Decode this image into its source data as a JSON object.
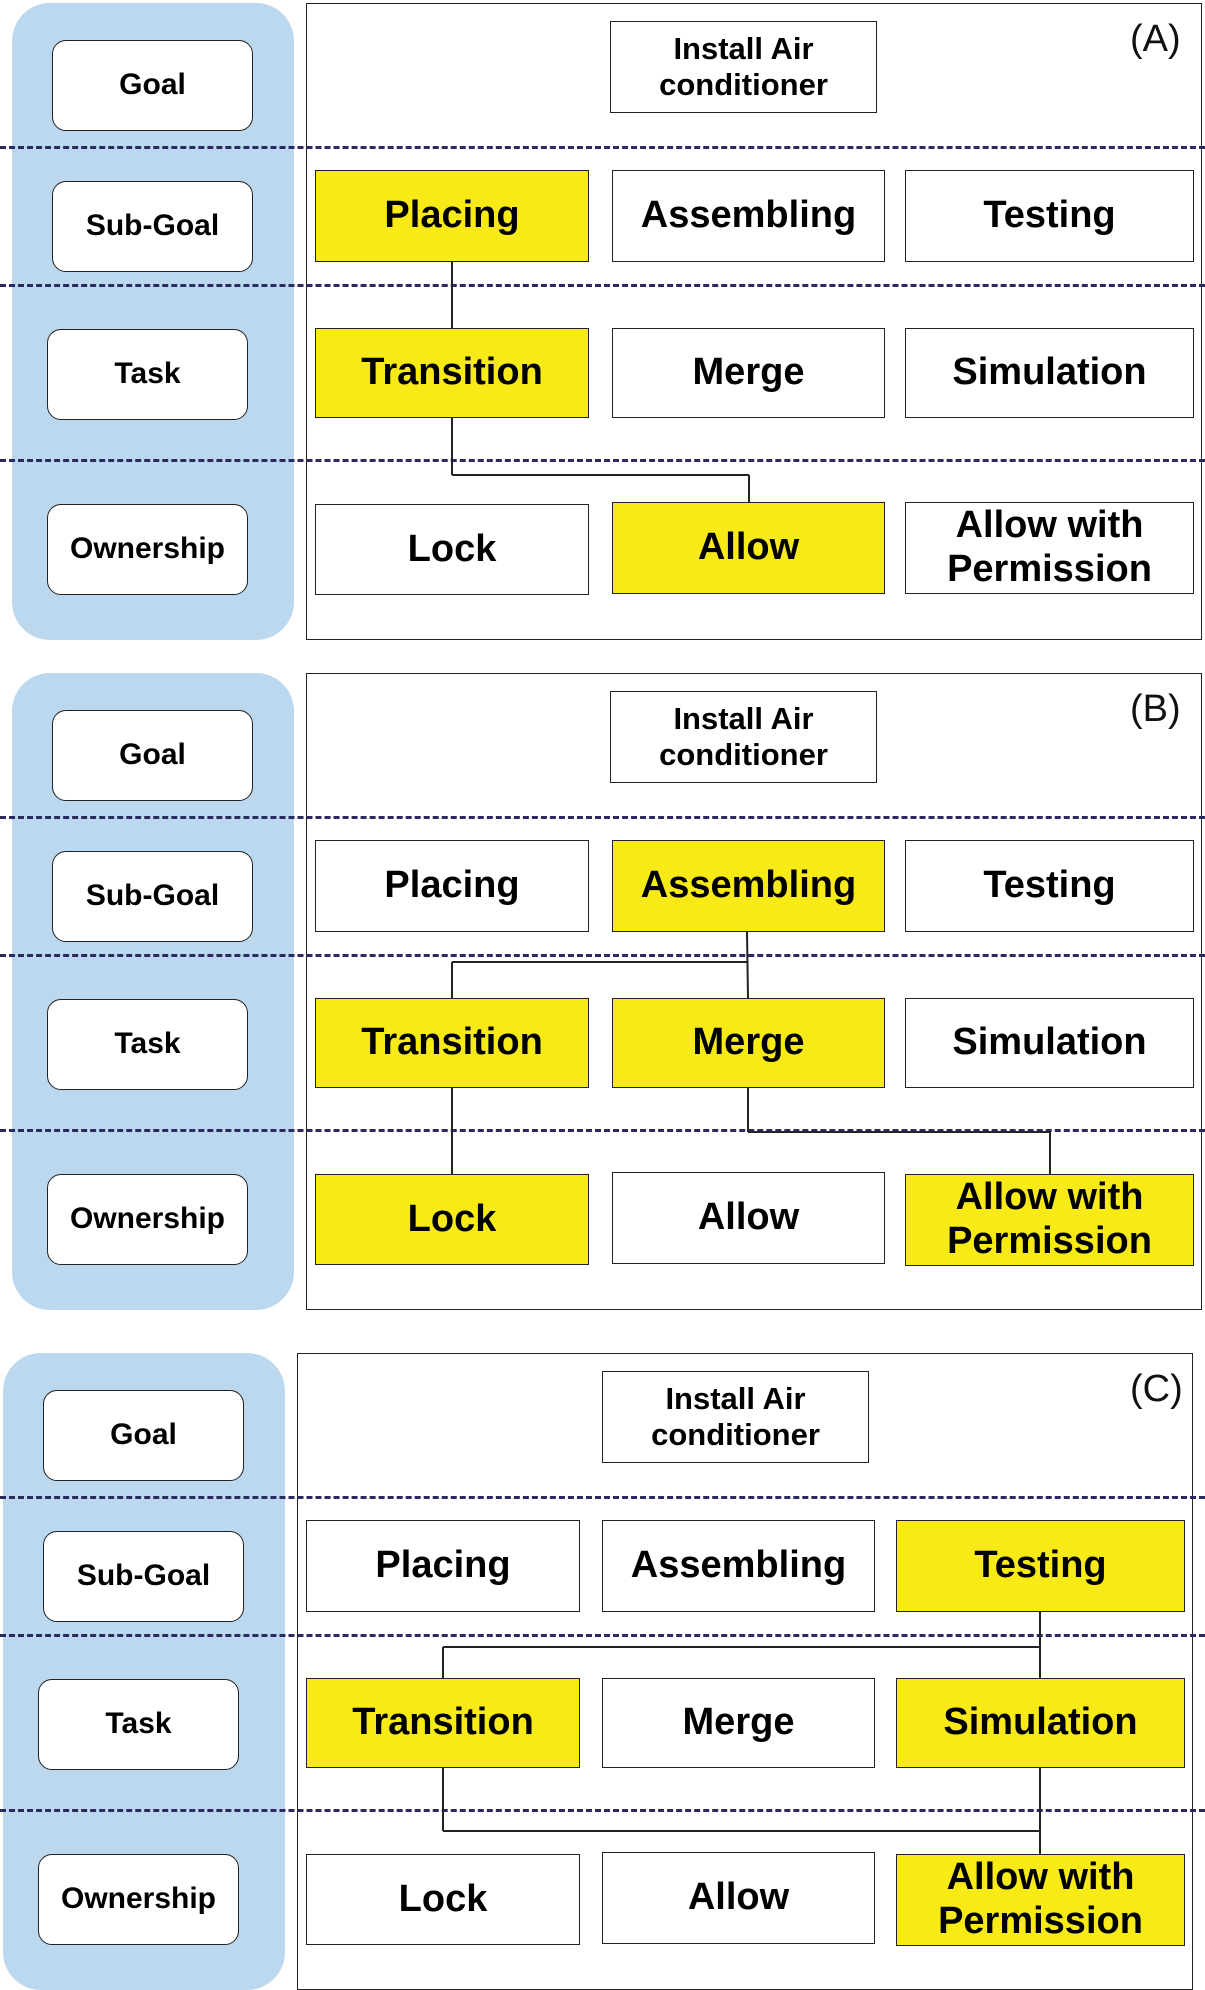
{
  "levels": [
    "Goal",
    "Sub-Goal",
    "Task",
    "Ownership"
  ],
  "goal_label": "Install Air conditioner",
  "subgoals": [
    "Placing",
    "Assembling",
    "Testing"
  ],
  "tasks": [
    "Transition",
    "Merge",
    "Simulation"
  ],
  "ownership": [
    "Lock",
    "Allow",
    "Allow with Permission"
  ],
  "highlight_color": "#f7ea16",
  "level_column_color": "#bcd8ee",
  "panels": [
    {
      "label": "(A)",
      "highlighted": {
        "subgoals": [
          0
        ],
        "tasks": [
          0
        ],
        "ownership": [
          1
        ]
      }
    },
    {
      "label": "(B)",
      "highlighted": {
        "subgoals": [
          1
        ],
        "tasks": [
          0,
          1
        ],
        "ownership": [
          0,
          2
        ]
      }
    },
    {
      "label": "(C)",
      "highlighted": {
        "subgoals": [
          2
        ],
        "tasks": [
          0,
          2
        ],
        "ownership": [
          2
        ]
      }
    }
  ]
}
